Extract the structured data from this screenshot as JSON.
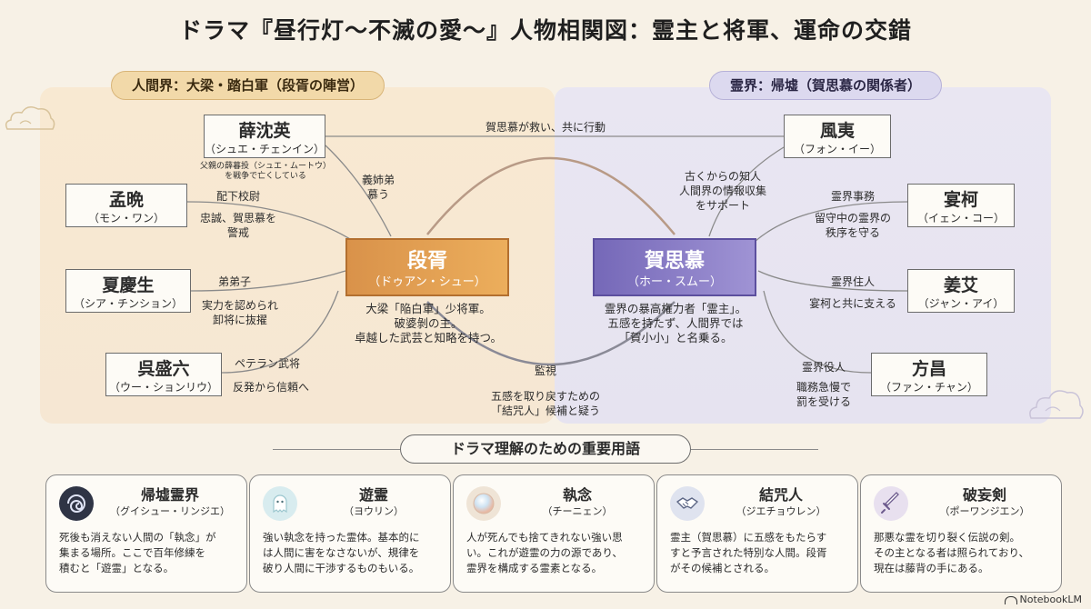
{
  "title": "ドラマ『昼行灯〜不滅の愛〜』人物相関図：霊主と将軍、運命の交錯",
  "sections": {
    "left": "人間界：大梁・踏白軍（段胥の陣営）",
    "right": "霊界：帰墟（賀思慕の関係者）"
  },
  "central": {
    "left": {
      "name": "段胥",
      "kana": "（ドゥアン・シュー）",
      "desc": [
        "大梁「陥白軍」少将軍。",
        "破婆剝の主。",
        "卓越した武芸と知略を持つ。"
      ]
    },
    "right": {
      "name": "賀思慕",
      "kana": "（ホー・スムー）",
      "desc": [
        "霊界の暴高権力者「霊主」。",
        "五感を持たず、人間界では",
        "「賀小小」と名乗る。"
      ]
    }
  },
  "nodes": {
    "xue": {
      "name": "薛沈英",
      "kana": "（シュエ・チェンイン）",
      "note": [
        "父親の薛暮投（シュエ・ムートウ）",
        "を戦争で亡くしている"
      ]
    },
    "meng": {
      "name": "孟晩",
      "kana": "（モン・ワン）"
    },
    "xia": {
      "name": "夏慶生",
      "kana": "（シア・チンション）"
    },
    "wu": {
      "name": "呉盛六",
      "kana": "（ウー・ションリウ）"
    },
    "feng": {
      "name": "風夷",
      "kana": "（フォン・イー）"
    },
    "yan": {
      "name": "宴柯",
      "kana": "（イェン・コー）"
    },
    "jiang": {
      "name": "姜艾",
      "kana": "（ジャン・アイ）"
    },
    "fang": {
      "name": "方昌",
      "kana": "（ファン・チャン）"
    }
  },
  "relations": {
    "xue_to_right": "賀思慕が救い、共に行動",
    "xue_rel": [
      "義姉弟",
      "慕う"
    ],
    "meng_rel": [
      "配下校尉",
      "忠誠、賀思慕を",
      "警戒"
    ],
    "xia_rel": [
      "弟弟子",
      "実力を認められ",
      "卸将に抜擢"
    ],
    "wu_rel": [
      "ペテラン武将",
      "反発から信頼へ"
    ],
    "feng_rel": [
      "古くからの知人",
      "人間界の情報収集",
      "をサポート"
    ],
    "yan_rel": [
      "霊界事務",
      "留守中の霊界の",
      "秩序を守る"
    ],
    "jiang_rel": [
      "霊界住人",
      "宴柯と共に支える"
    ],
    "fang_rel": [
      "霊界役人",
      "職務急慢で",
      "罰を受ける"
    ],
    "monitor": "監視",
    "monitor_desc": [
      "五感を取り戻すための",
      "「結咒人」候補と疑う"
    ]
  },
  "terms_header": "ドラマ理解のための重要用語",
  "terms": [
    {
      "icon": "swirl-icon",
      "title": "帰墟霊界",
      "kana": "（グイシュー・リンジエ）",
      "body": [
        "死後も消えない人間の「執念」が",
        "集まる場所。ここで百年修練を",
        "積むと「遊霊」となる。"
      ],
      "color": "#e3e0ef"
    },
    {
      "icon": "ghost-icon",
      "title": "遊霊",
      "kana": "（ヨウリン）",
      "body": [
        "強い執念を持った霊体。基本的に",
        "は人間に害をなさないが、規律を",
        "破り人間に干渉するものもいる。"
      ],
      "color": "#d8ecef"
    },
    {
      "icon": "orb-icon",
      "title": "執念",
      "kana": "（チーニェン）",
      "body": [
        "人が死んでも捨てきれない強い思",
        "い。これが遊霊の力の源であり、",
        "霊界を構成する霊素となる。"
      ],
      "color": "#efe4d6"
    },
    {
      "icon": "handshake-icon",
      "title": "結咒人",
      "kana": "（ジエチョウレン）",
      "body": [
        "霊主（賀思慕）に五感をもたらす",
        "すと予言された特別な人間。段胥",
        "がその候補とされる。"
      ],
      "color": "#dfe3ef"
    },
    {
      "icon": "sword-icon",
      "title": "破妄剣",
      "kana": "（ポーワンジエン）",
      "body": [
        "那悪な霊を切り裂く伝説の剣。",
        "その主となる者は照られており、",
        "現在は藤背の手にある。"
      ],
      "color": "#e8e0ef"
    }
  ],
  "brand": "NotebookLM",
  "colors": {
    "left_accent": "#d9924a",
    "right_accent": "#7568b8"
  }
}
